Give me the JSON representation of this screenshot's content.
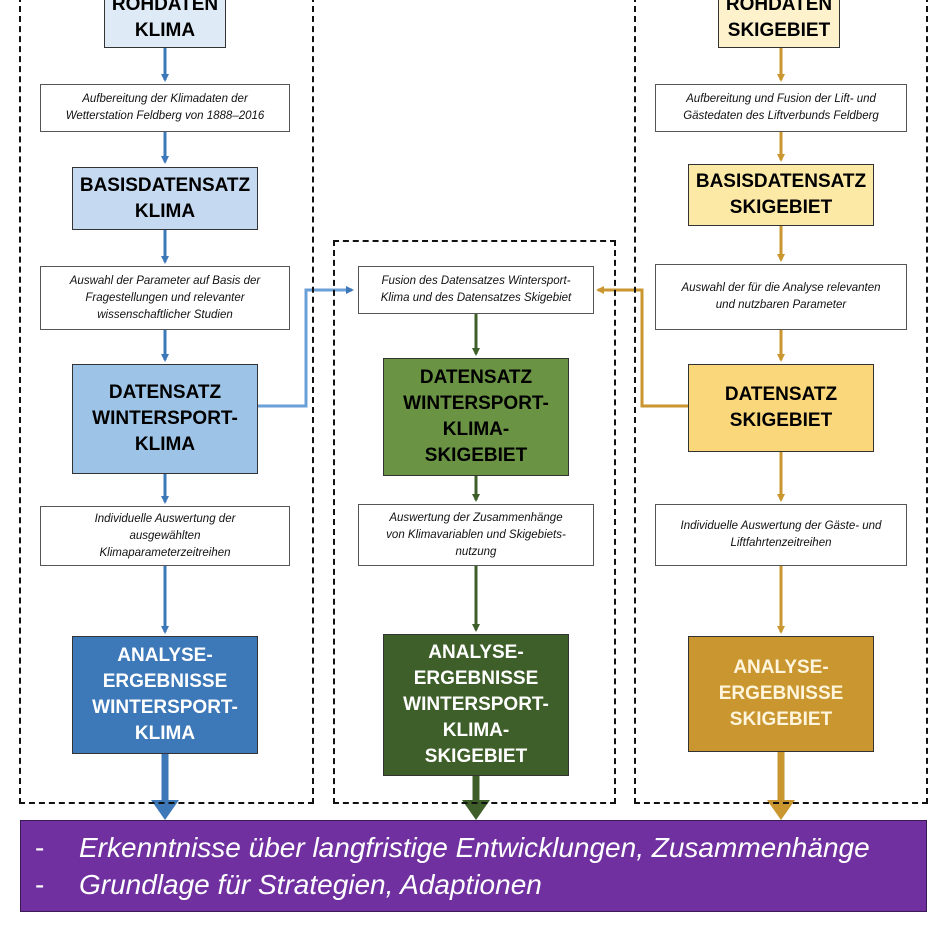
{
  "colors": {
    "blue_arrow": "#3d78b8",
    "green_arrow": "#3f5f2a",
    "gold_arrow": "#c9962f",
    "purple": "#7030a0"
  },
  "left": {
    "raw": "ROHDATEN\nKLIMA",
    "step1": "Aufbereitung der Klimadaten der\nWetterstation Feldberg von 1888–2016",
    "base": "BASISDATENSATZ\nKLIMA",
    "step2": "Auswahl der Parameter auf Basis der\nFragestellungen und relevanter\nwissenschaftlicher Studien",
    "dataset": "DATENSATZ\nWINTERSPORT-\nKLIMA",
    "step3": "Individuelle Auswertung der\nausgewählten\nKlimaparameterzeitreihen",
    "result": "ANALYSE-\nERGEBNISSE\nWINTERSPORT-\nKLIMA"
  },
  "middle": {
    "fusion": "Fusion des Datensatzes Wintersport-\nKlima und des Datensatzes Skigebiet",
    "dataset": "DATENSATZ\nWINTERSPORT-\nKLIMA-\nSKIGEBIET",
    "step": "Auswertung der Zusammenhänge\nvon Klimavariablen und Skigebiets-\nnutzung",
    "result": "ANALYSE-\nERGEBNISSE\nWINTERSPORT-\nKLIMA-\nSKIGEBIET"
  },
  "right": {
    "raw": "ROHDATEN\nSKIGEBIET",
    "step1": "Aufbereitung und Fusion der Lift- und\nGästedaten des Liftverbunds Feldberg",
    "base": "BASISDATENSATZ\nSKIGEBIET",
    "step2": "Auswahl der für die Analyse relevanten\nund nutzbaren Parameter",
    "dataset": "DATENSATZ\nSKIGEBIET",
    "step3": "Individuelle Auswertung der Gäste- und\nLiftfahrtenzeitreihen",
    "result": "ANALYSE-\nERGEBNISSE\nSKIGEBIET"
  },
  "conclusion": {
    "dash": "-",
    "line1": "Erkenntnisse über langfristige Entwicklungen, Zusammenhänge",
    "line2": "Grundlage für Strategien, Adaptionen"
  }
}
